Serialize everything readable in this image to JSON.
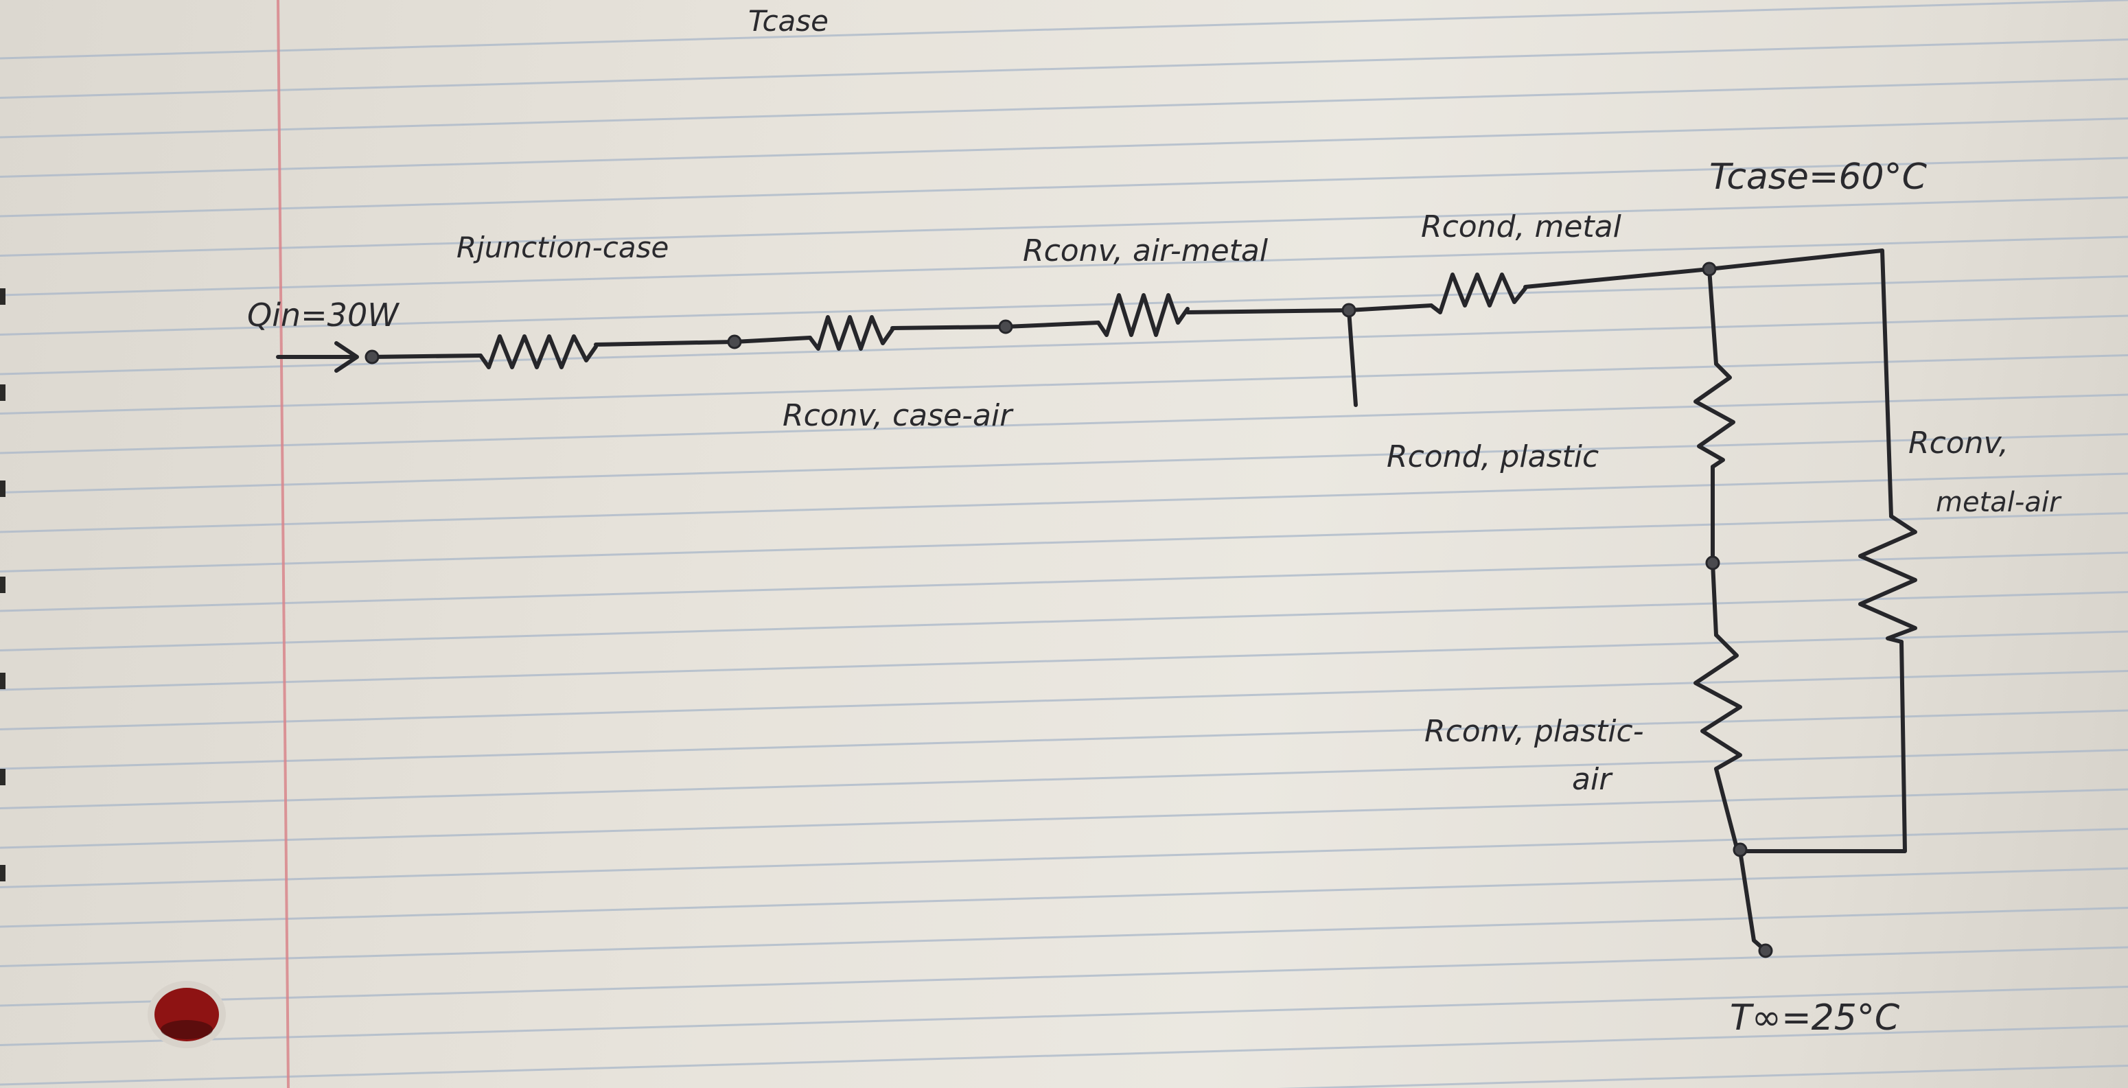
{
  "labels": {
    "top_label": "Tcase",
    "q_in": "Qin=30W",
    "r_junction_case": "Rjunction-case",
    "r_conv_case_air": "Rconv, case-air",
    "r_conv_air_metal": "Rconv, air-metal",
    "r_cond_metal": "Rcond, metal",
    "t_case": "Tcase=60°C",
    "r_cond_plastic": "Rcond, plastic",
    "r_conv_metal_air_1": "Rconv,",
    "r_conv_metal_air_2": "metal-air",
    "r_conv_plastic_air_1": "Rconv, plastic-",
    "r_conv_plastic_air_2": "air",
    "t_inf": "T∞=25°C"
  },
  "colors": {
    "ink": "#26262a",
    "paper": "#e7e3db",
    "rule_line": "#a9b7c9",
    "margin_line": "#d9868c",
    "punch_hole": "#9a1a1a"
  }
}
